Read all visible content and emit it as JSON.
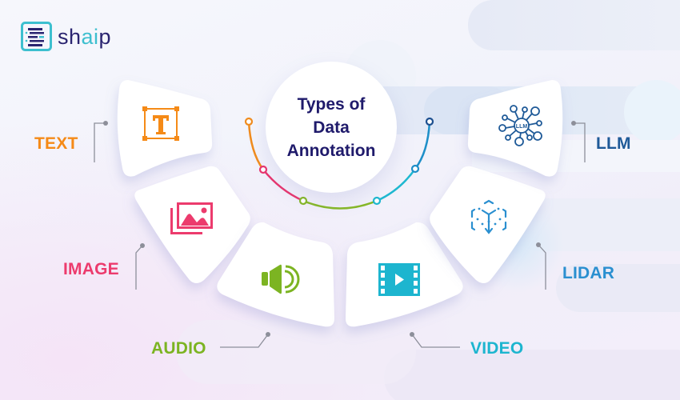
{
  "brand": {
    "name_prefix": "sh",
    "name_accent": "ai",
    "name_suffix": "p",
    "icon": "document-lines-logo-icon",
    "colors": {
      "primary": "#2a2470",
      "accent": "#3dbfcf"
    }
  },
  "center": {
    "title_line1": "Types of",
    "title_line2": "Data",
    "title_line3": "Annotation",
    "color": "#1f1a6b"
  },
  "arc": {
    "colors": [
      "#f08c1e",
      "#e8356d",
      "#86b826",
      "#1fb8d0",
      "#1e8fc8",
      "#1d4f8f"
    ]
  },
  "types": [
    {
      "id": "text",
      "label": "TEXT",
      "icon": "text-box-icon",
      "color": "#f58a17"
    },
    {
      "id": "image",
      "label": "IMAGE",
      "icon": "image-gallery-icon",
      "color": "#ec3b6d"
    },
    {
      "id": "audio",
      "label": "AUDIO",
      "icon": "speaker-icon",
      "color": "#7cb422"
    },
    {
      "id": "video",
      "label": "VIDEO",
      "icon": "film-play-icon",
      "color": "#1db5cf"
    },
    {
      "id": "lidar",
      "label": "LIDAR",
      "icon": "3d-cube-icon",
      "color": "#2a8fd0"
    },
    {
      "id": "llm",
      "label": "LLM",
      "icon": "llm-network-icon",
      "color": "#1f5a98",
      "icon_text": "LLM"
    }
  ]
}
